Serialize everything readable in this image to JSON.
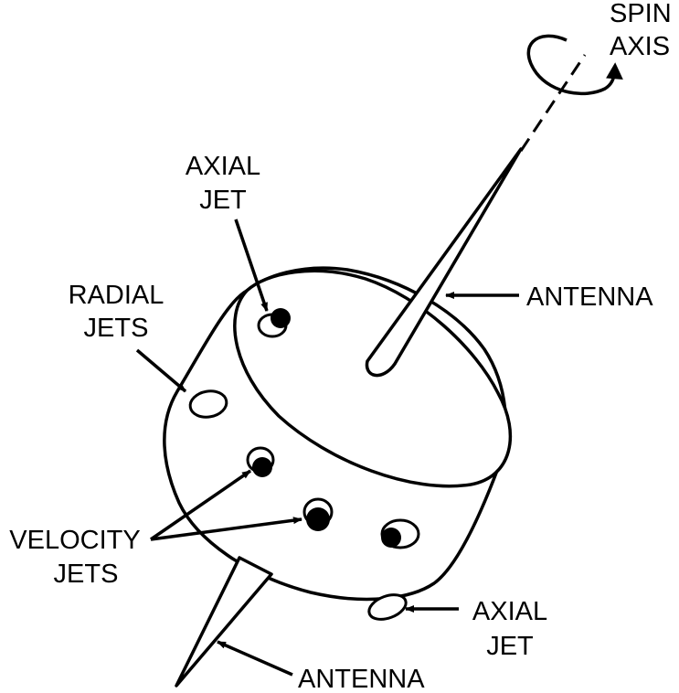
{
  "labels": {
    "spin_axis": [
      "SPIN",
      "AXIS"
    ],
    "axial_jet_top": [
      "AXIAL",
      "JET"
    ],
    "radial_jets": [
      "RADIAL",
      "JETS"
    ],
    "antenna_top": "ANTENNA",
    "velocity_jets": [
      "VELOCITY",
      "JETS"
    ],
    "axial_jet_bottom": [
      "AXIAL",
      "JET"
    ],
    "antenna_bottom": "ANTENNA"
  },
  "colors": {
    "ink": "#000000",
    "paper": "#ffffff"
  }
}
